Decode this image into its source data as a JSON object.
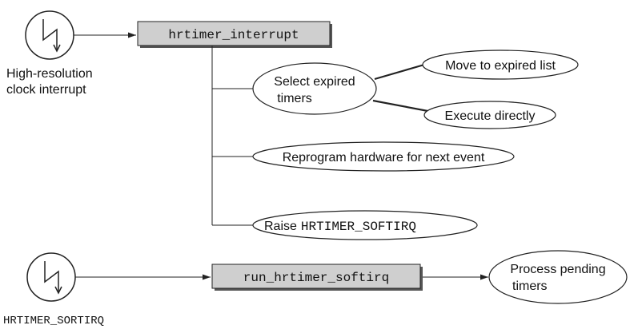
{
  "top": {
    "source_label_line1": "High-resolution",
    "source_label_line2": "clock interrupt",
    "function": "hrtimer_interrupt",
    "select_line1": "Select expired",
    "select_line2": "timers",
    "move": "Move to expired list",
    "execute": "Execute directly",
    "reprogram": "Reprogram hardware for next event",
    "raise_prefix": "Raise",
    "raise_code": "HRTIMER_SOFTIRQ"
  },
  "bottom": {
    "source_label": "HRTIMER_SORTIRQ",
    "function": "run_hrtimer_softirq",
    "process_line1": "Process pending",
    "process_line2": "timers"
  },
  "icons": [
    "lightning-bolt-icon",
    "arrow-head-icon"
  ]
}
